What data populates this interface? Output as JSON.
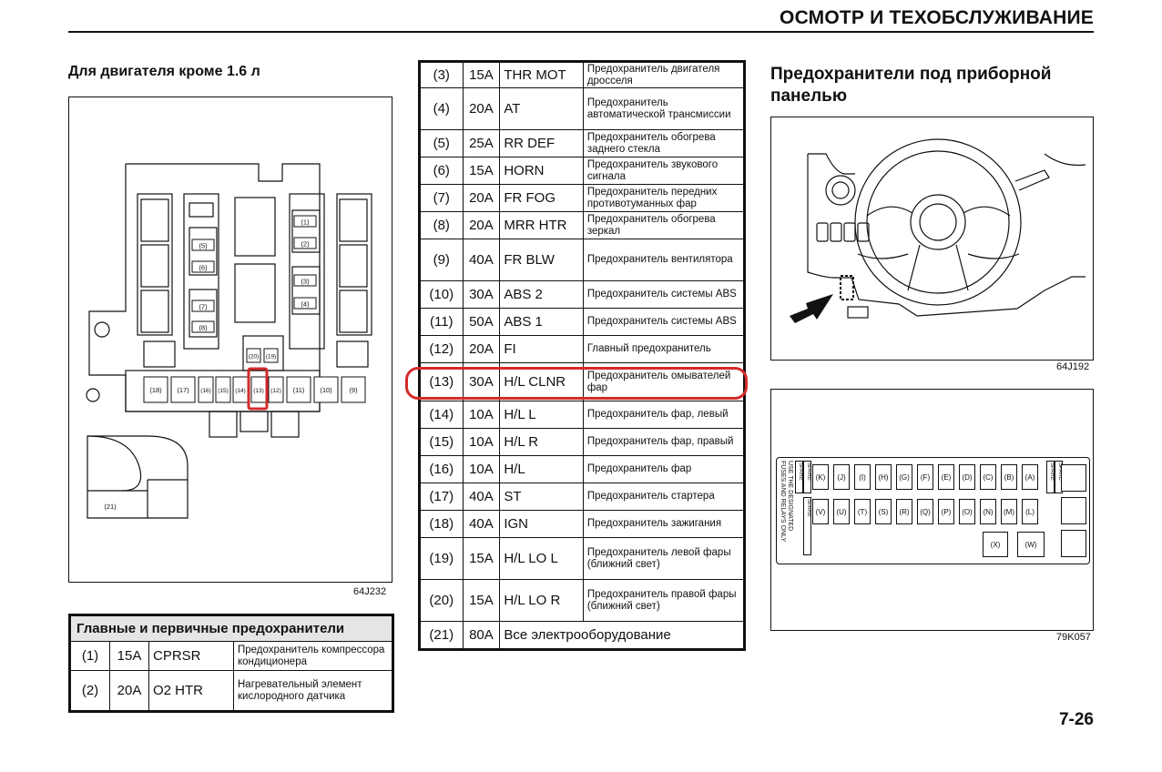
{
  "header": {
    "title": "ОСМОТР И ТЕХОБСЛУЖИВАНИЕ"
  },
  "left": {
    "title": "Для двигателя кроме 1.6 л",
    "figure_code": "64J232",
    "fuse_labels": {
      "f1": "(1)",
      "f2": "(2)",
      "f3": "(3)",
      "f4": "(4)",
      "f5": "(5)",
      "f6": "(6)",
      "f7": "(7)",
      "f8": "(8)",
      "f9": "(9)",
      "f10": "(10)",
      "f11": "(11)",
      "f12": "(12)",
      "f13": "(13)",
      "f14": "(14)",
      "f15": "(15)",
      "f16": "(16)",
      "f17": "(17)",
      "f18": "(18)",
      "f19": "(19)",
      "f20": "(20)",
      "f21": "(21)"
    }
  },
  "main_table": {
    "title": "Главные и первичные предохранители",
    "rows": [
      {
        "no": "(1)",
        "amp": "15A",
        "code": "CPRSR",
        "desc": "Предохранитель компрессора кондиционера"
      },
      {
        "no": "(2)",
        "amp": "20A",
        "code": "O2 HTR",
        "desc": "Нагревательный элемент кислородного датчика"
      }
    ]
  },
  "fuse_table": {
    "rows": [
      {
        "no": "(3)",
        "amp": "15A",
        "code": "THR MOT",
        "desc": "Предохранитель двигателя дросселя"
      },
      {
        "no": "(4)",
        "amp": "20A",
        "code": "AT",
        "desc": "Предохранитель автоматической трансмиссии"
      },
      {
        "no": "(5)",
        "amp": "25A",
        "code": "RR DEF",
        "desc": "Предохранитель обогрева заднего стекла"
      },
      {
        "no": "(6)",
        "amp": "15A",
        "code": "HORN",
        "desc": "Предохранитель звукового сигнала"
      },
      {
        "no": "(7)",
        "amp": "20A",
        "code": "FR FOG",
        "desc": "Предохранитель передних противотуманных фар"
      },
      {
        "no": "(8)",
        "amp": "20A",
        "code": "MRR HTR",
        "desc": "Предохранитель обогрева зеркал"
      },
      {
        "no": "(9)",
        "amp": "40A",
        "code": "FR BLW",
        "desc": "Предохранитель вентилятора"
      },
      {
        "no": "(10)",
        "amp": "30A",
        "code": "ABS 2",
        "desc": "Предохранитель системы ABS"
      },
      {
        "no": "(11)",
        "amp": "50A",
        "code": "ABS 1",
        "desc": "Предохранитель системы ABS"
      },
      {
        "no": "(12)",
        "amp": "20A",
        "code": "FI",
        "desc": "Главный предохранитель"
      },
      {
        "no": "(13)",
        "amp": "30A",
        "code": "H/L CLNR",
        "desc": "Предохранитель омывателей фар"
      },
      {
        "no": "(14)",
        "amp": "10A",
        "code": "H/L L",
        "desc": "Предохранитель фар, левый"
      },
      {
        "no": "(15)",
        "amp": "10A",
        "code": "H/L R",
        "desc": "Предохранитель фар, правый"
      },
      {
        "no": "(16)",
        "amp": "10A",
        "code": "H/L",
        "desc": "Предохранитель фар"
      },
      {
        "no": "(17)",
        "amp": "40A",
        "code": "ST",
        "desc": "Предохранитель стартера"
      },
      {
        "no": "(18)",
        "amp": "40A",
        "code": "IGN",
        "desc": "Предохранитель зажигания"
      },
      {
        "no": "(19)",
        "amp": "15A",
        "code": "H/L LO L",
        "desc": "Предохранитель левой фары (ближний свет)"
      },
      {
        "no": "(20)",
        "amp": "15A",
        "code": "H/L LO R",
        "desc": "Предохранитель правой фары (ближний свет)"
      }
    ],
    "last_row": {
      "no": "(21)",
      "amp": "80A",
      "desc": "Все электрооборудование"
    },
    "highlighted_row": "(13)",
    "highlight_color": "#d42a2a"
  },
  "right": {
    "title": "Предохранители под приборной панелью",
    "figure1_code": "64J192",
    "figure2_code": "79K057",
    "box_text_1": "USE THE DESIGNATED",
    "box_text_2": "FUSES AND RELAYS ONLY",
    "spare_label": "SPARE",
    "row1": [
      "(K)",
      "(J)",
      "(I)",
      "(H)",
      "(G)",
      "(F)",
      "(E)",
      "(D)",
      "(C)",
      "(B)",
      "(A)"
    ],
    "row2": [
      "(V)",
      "(U)",
      "(T)",
      "(S)",
      "(R)",
      "(Q)",
      "(P)",
      "(O)",
      "(N)",
      "(M)",
      "(L)"
    ],
    "row3": [
      "(X)",
      "(W)"
    ]
  },
  "page_number": "7-26"
}
